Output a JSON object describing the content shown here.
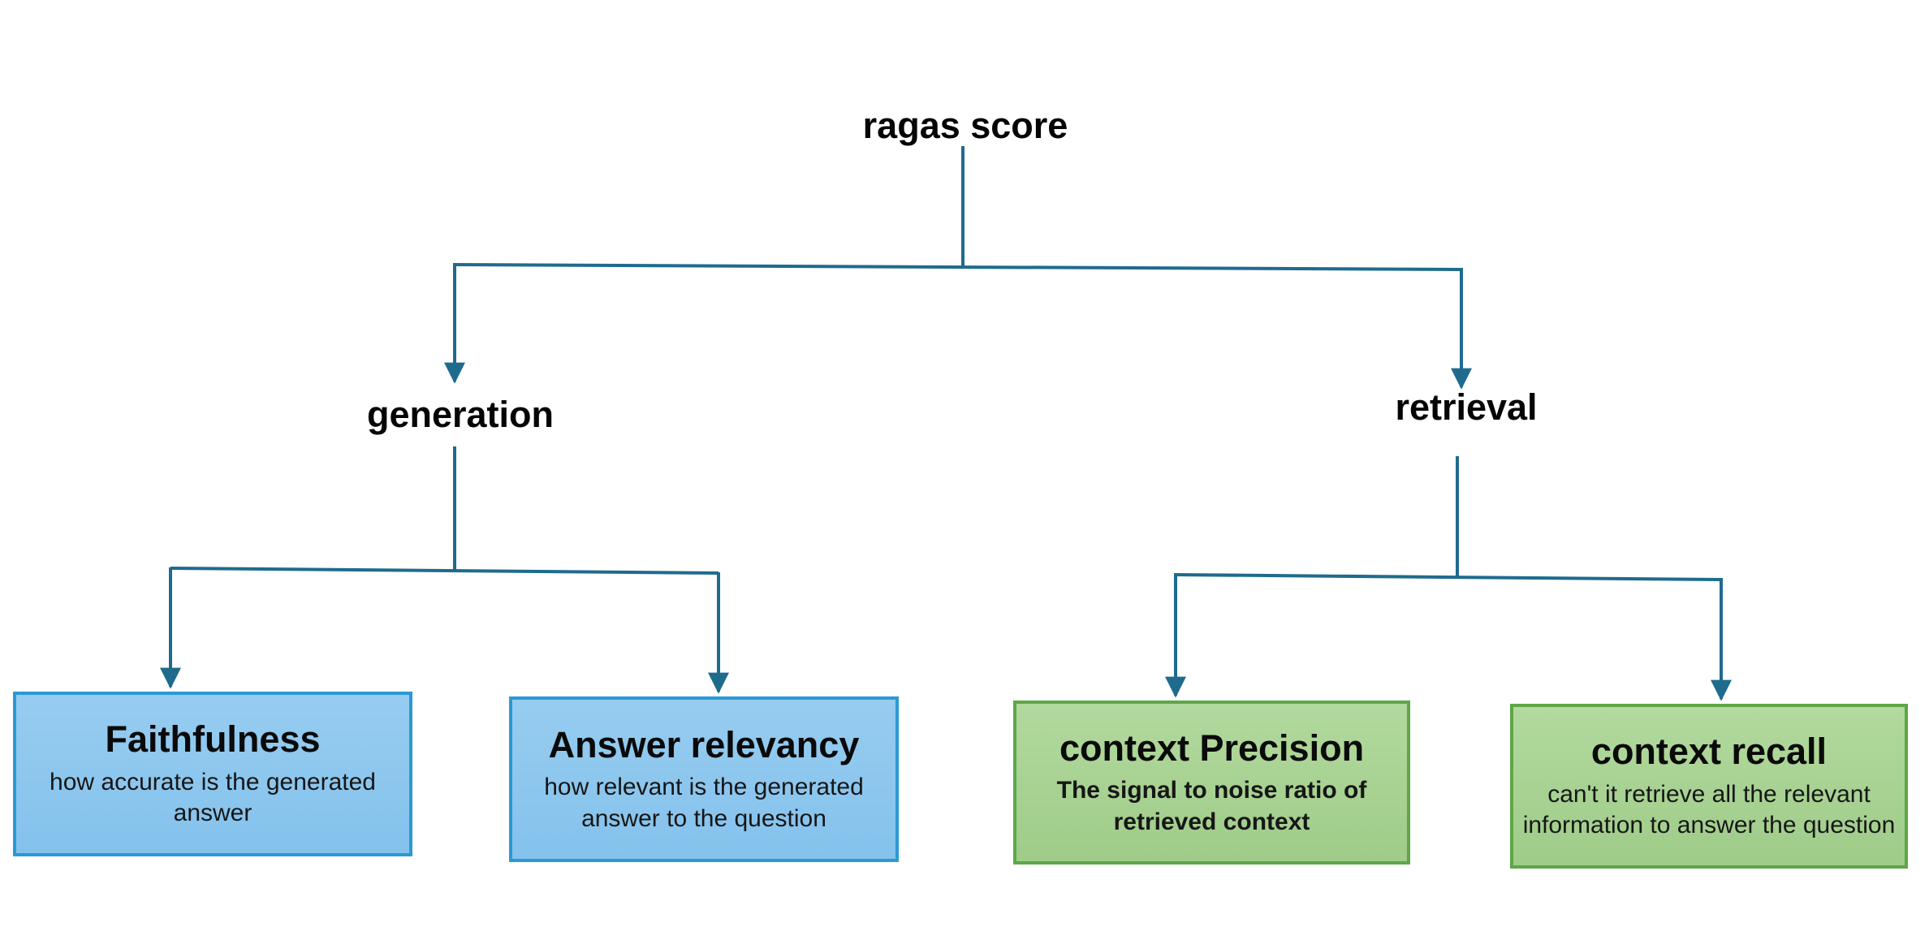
{
  "diagram": {
    "title": "ragas score",
    "branches": [
      {
        "label": "generation",
        "children": [
          {
            "title": "Faithfulness",
            "description": "how accurate is the generated answer"
          },
          {
            "title": "Answer relevancy",
            "description": "how relevant is the generated answer to the question"
          }
        ]
      },
      {
        "label": "retrieval",
        "children": [
          {
            "title": "context Precision",
            "description": "The signal to noise ratio of retrieved context"
          },
          {
            "title": "context recall",
            "description": "can't it retrieve all the relevant information to answer the question"
          }
        ]
      }
    ]
  },
  "colors": {
    "connector": "#1f6b8e",
    "blue_fill_top": "#97ccf0",
    "blue_fill_bottom": "#84c2ec",
    "blue_border": "#2b99d3",
    "green_fill_top": "#b2d99e",
    "green_fill_bottom": "#9fcc89",
    "green_border": "#5ea648",
    "text": "#111111"
  }
}
